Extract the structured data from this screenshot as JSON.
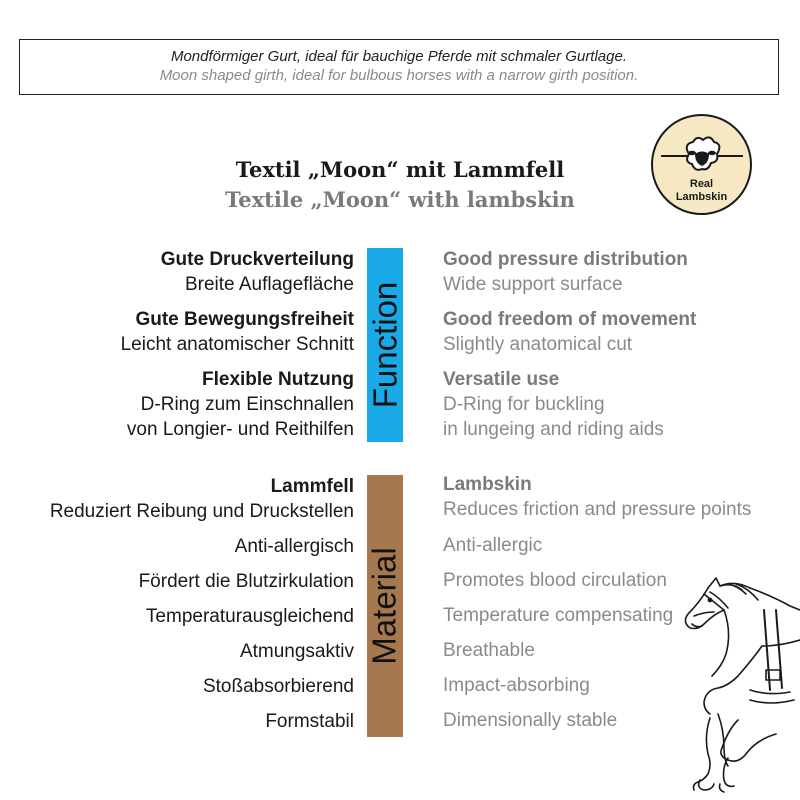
{
  "header": {
    "line_de": "Mondförmiger Gurt, ideal für bauchige Pferde mit schmaler Gurtlage.",
    "line_en": "Moon shaped girth, ideal for bulbous horses with a narrow girth position."
  },
  "title": {
    "de": "Textil „Moon“ mit Lammfell",
    "en": "Textile „Moon“ with lambskin"
  },
  "badge": {
    "line1": "Real",
    "line2": "Lambskin",
    "icon": "sheep-icon",
    "bg_color": "#f7e8c4"
  },
  "function": {
    "label": "Function",
    "color": "#19a9e6",
    "items": [
      {
        "de_title": "Gute Druckverteilung",
        "de_desc": "Breite Auflagefläche",
        "en_title": "Good pressure distribution",
        "en_desc": "Wide support surface"
      },
      {
        "de_title": "Gute Bewegungsfreiheit",
        "de_desc": "Leicht anatomischer Schnitt",
        "en_title": "Good freedom of movement",
        "en_desc": "Slightly anatomical cut"
      },
      {
        "de_title": "Flexible Nutzung",
        "de_desc1": "D-Ring zum Einschnallen",
        "de_desc2": "von Longier- und Reithilfen",
        "en_title": "Versatile use",
        "en_desc1": "D-Ring for buckling",
        "en_desc2": "in lungeing and riding aids"
      }
    ]
  },
  "material": {
    "label": "Material",
    "color": "#a5784f",
    "lead": {
      "de_title": "Lammfell",
      "de_desc": "Reduziert Reibung und Druckstellen",
      "en_title": "Lambskin",
      "en_desc": "Reduces friction and pressure points"
    },
    "items": [
      {
        "de": "Anti-allergisch",
        "en": "Anti-allergic"
      },
      {
        "de": "Fördert die Blutzirkulation",
        "en": "Promotes blood circulation"
      },
      {
        "de": "Temperaturausgleichend",
        "en": "Temperature compensating"
      },
      {
        "de": "Atmungsaktiv",
        "en": "Breathable"
      },
      {
        "de": "Stoßabsorbierend",
        "en": "Impact-absorbing"
      },
      {
        "de": "Formstabil",
        "en": "Dimensionally stable"
      }
    ]
  },
  "illustration": {
    "icon": "horse-sketch-icon"
  }
}
